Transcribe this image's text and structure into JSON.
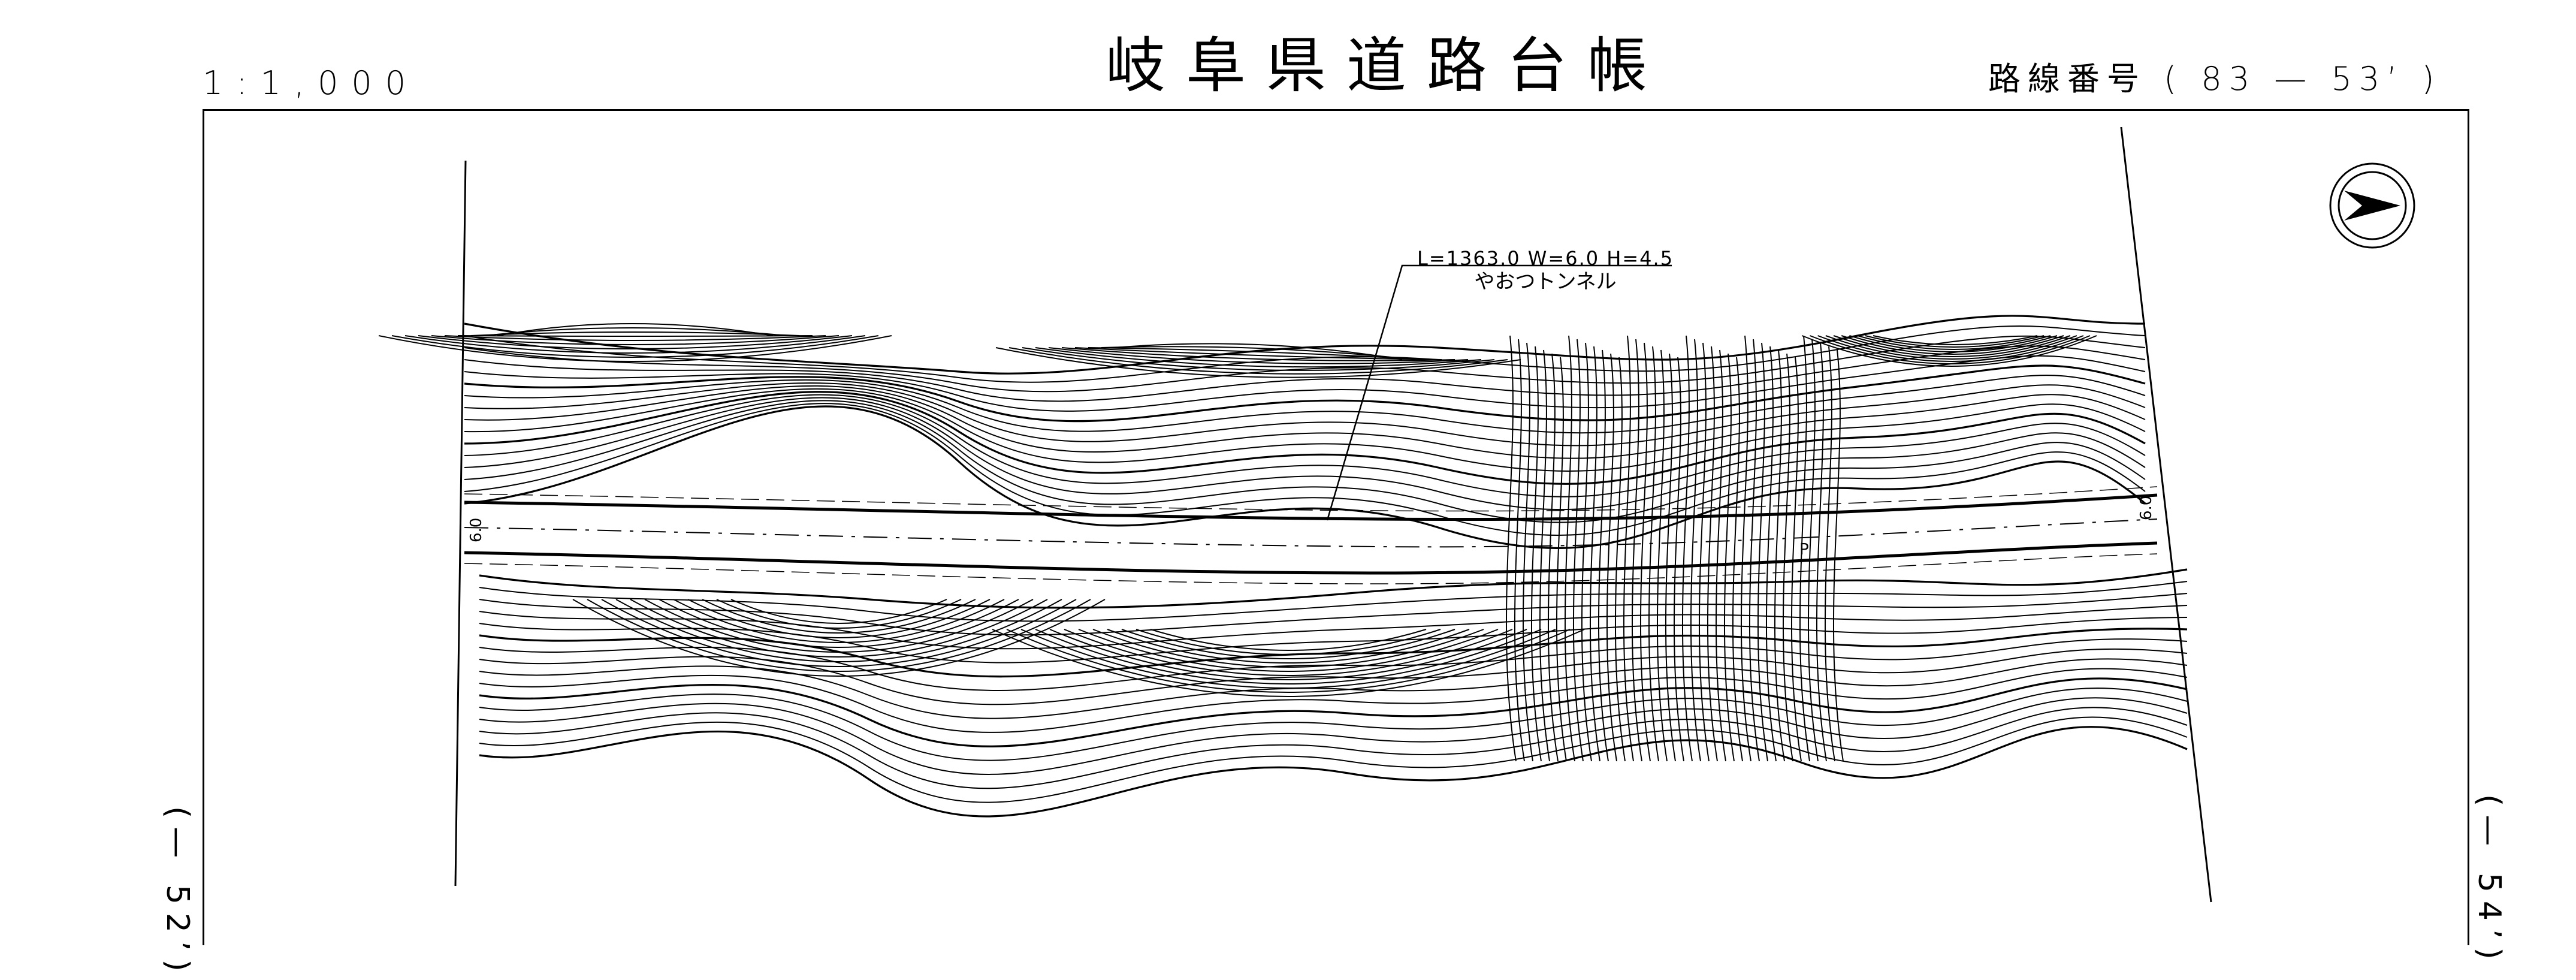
{
  "sheet": {
    "scale": "1:1,000",
    "title": "岐阜県道路台帳",
    "route_number": "路線番号 ( 83 — 53’ )",
    "left_reference": "(— 52’)",
    "right_reference": "(— 54’)"
  },
  "tunnel": {
    "spec": "L=1363.0  W=6.0  H=4.5",
    "name": "やおつトンネル"
  },
  "road": {
    "width_label_left": "6.0",
    "width_label_right": "6.0",
    "point_label": "P"
  },
  "icons": {
    "north_arrow": "north-arrow-icon"
  }
}
